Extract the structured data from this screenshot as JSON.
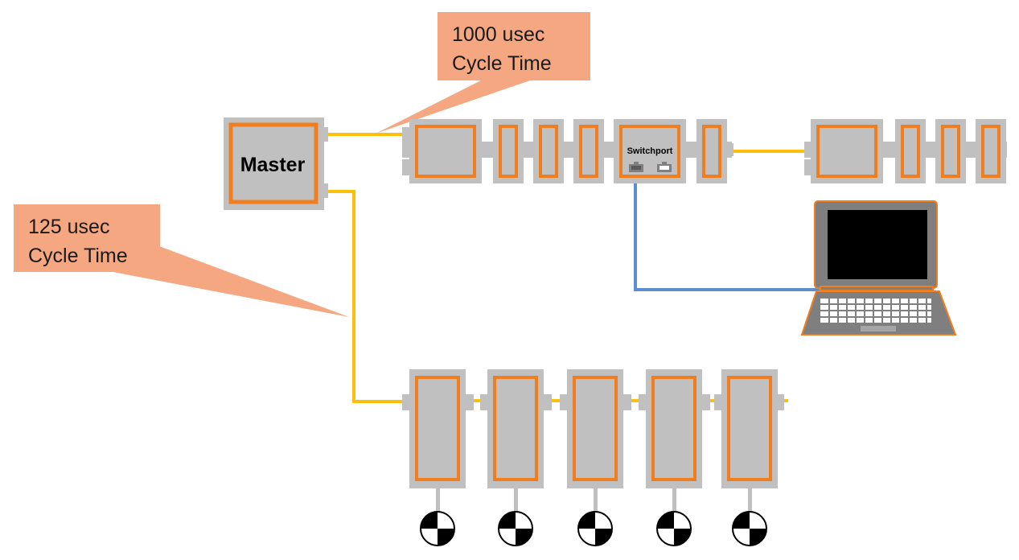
{
  "colors": {
    "module_fill": "#c0c0c0",
    "module_border": "#f07e1e",
    "ethercat_link": "#fcc00a",
    "ethernet_link": "#5b8fd2",
    "callout_fill": "#f4a780",
    "laptop_body": "#7f7f7f",
    "laptop_screen": "#000000"
  },
  "master": {
    "label": "Master"
  },
  "callouts": {
    "slow": {
      "line1": "1000 usec",
      "line2": "Cycle Time"
    },
    "fast": {
      "line1": "125 usec",
      "line2": "Cycle Time"
    }
  },
  "switchport": {
    "label": "Switchport"
  },
  "icons": [
    "ethernet-port-icon",
    "laptop-icon",
    "motor-encoder-icon"
  ]
}
